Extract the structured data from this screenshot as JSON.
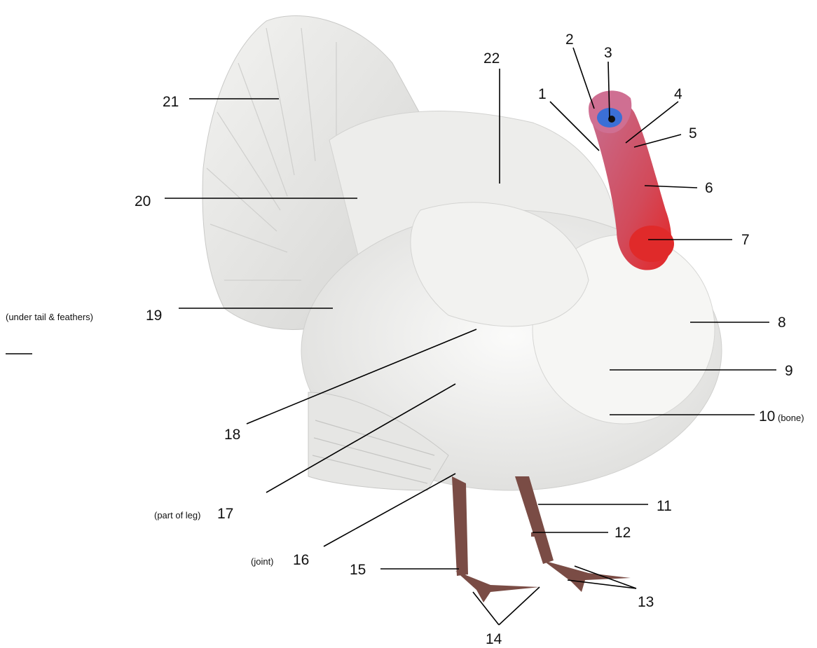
{
  "diagram": {
    "labels": {
      "l1": "1",
      "l2": "2",
      "l3": "3",
      "l4": "4",
      "l5": "5",
      "l6": "6",
      "l7": "7",
      "l8": "8",
      "l9": "9",
      "l10": "10",
      "l10_note": "(bone)",
      "l11": "11",
      "l12": "12",
      "l13": "13",
      "l14": "14",
      "l15": "15",
      "l16": "16",
      "l16_note": "(joint)",
      "l17": "17",
      "l17_note": "(part of leg)",
      "l18": "18",
      "l19": "19",
      "l19_note": "(under tail & feathers)",
      "l20": "20",
      "l21": "21",
      "l22": "22"
    },
    "colors": {
      "feather_white": "#f4f4f2",
      "feather_shade": "#dcdcda",
      "wattle_red": "#e02a2a",
      "head_pink": "#d9708a",
      "head_blue": "#3b6fd6",
      "leg_brown": "#7a4c45"
    }
  }
}
